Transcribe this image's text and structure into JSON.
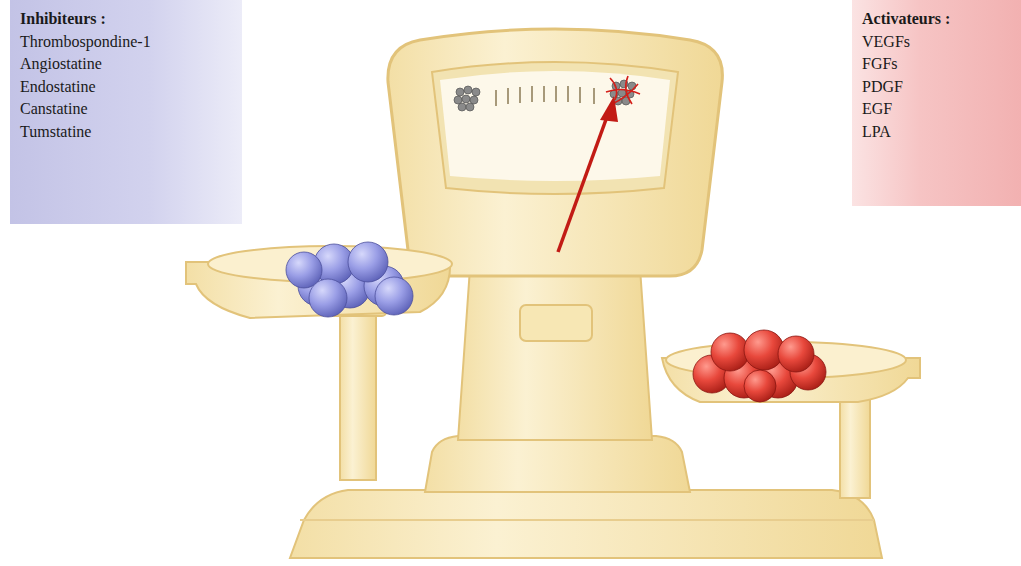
{
  "diagram": {
    "nodes": [
      {
        "text": [
          "Inhibiteurs :",
          "Thrombospondine-1",
          "Angiostatine",
          "Endostatine",
          "Canstatine",
          "Tumstatine"
        ]
      },
      {
        "text": [
          "Activateurs :",
          "VEGFs",
          "FGFs",
          "PDGF",
          "EGF",
          "LPA"
        ]
      }
    ]
  }
}
